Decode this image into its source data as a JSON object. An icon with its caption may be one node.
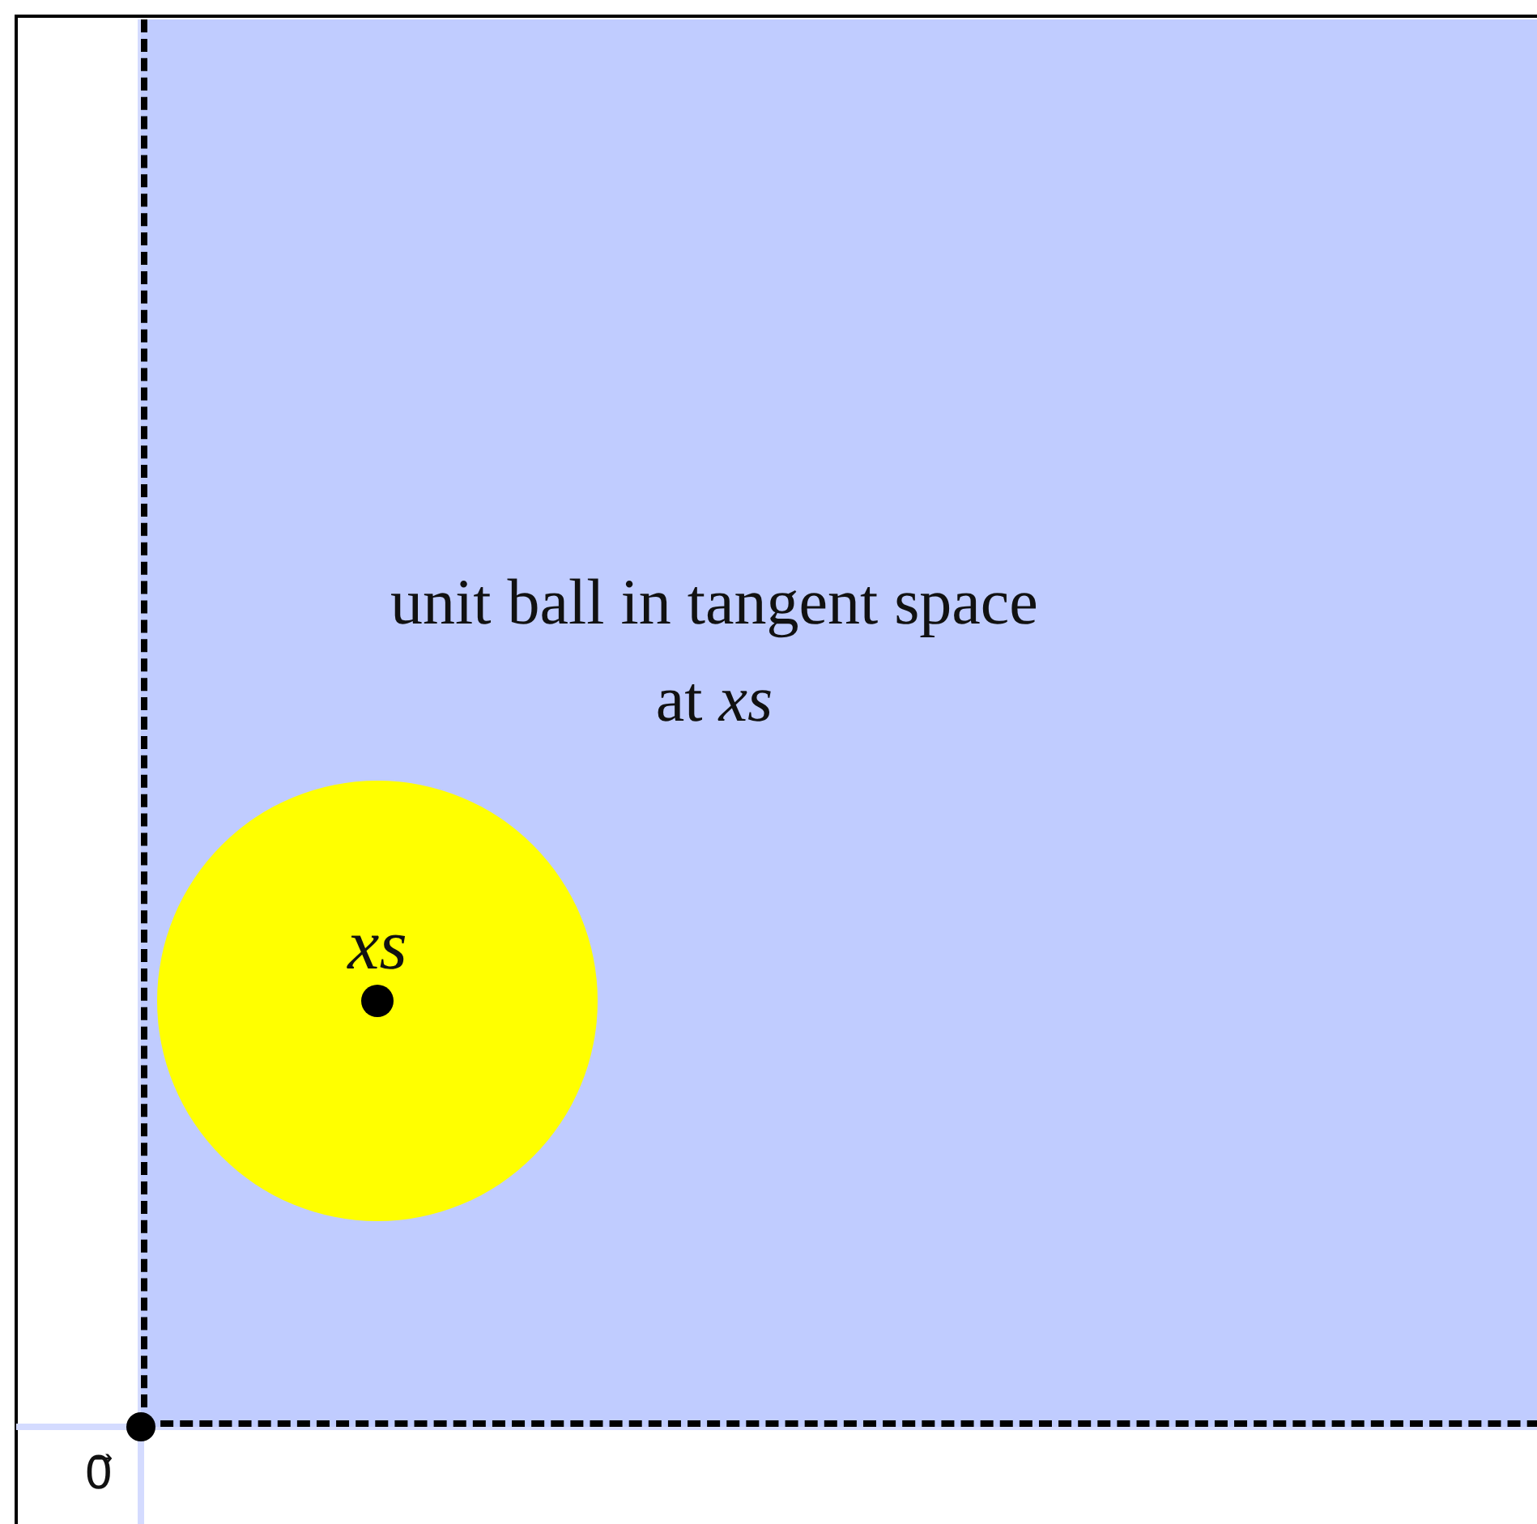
{
  "diagram": {
    "nodes": [
      {
        "text": [
          "unit ball in tangent space at *xs*"
        ]
      },
      {
        "text": [
          "xs"
        ],
        "in": 0
      }
    ],
    "edges": [],
    "labels": [
      "0⃗"
    ]
  }
}
